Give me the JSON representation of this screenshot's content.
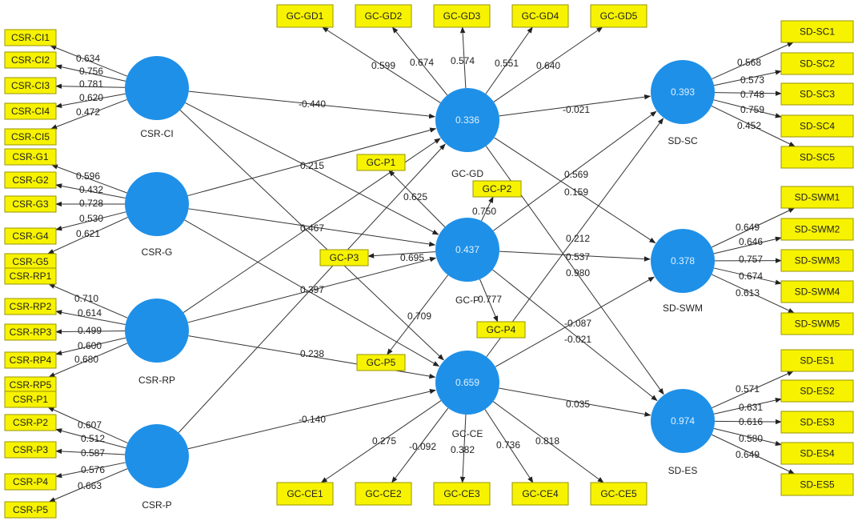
{
  "latent_variables": [
    {
      "id": "CSR-CI",
      "label": "CSR-CI",
      "r2": ""
    },
    {
      "id": "CSR-G",
      "label": "CSR-G",
      "r2": ""
    },
    {
      "id": "CSR-RP",
      "label": "CSR-RP",
      "r2": ""
    },
    {
      "id": "CSR-P",
      "label": "CSR-P",
      "r2": ""
    },
    {
      "id": "GC-GD",
      "label": "GC-GD",
      "r2": "0.336"
    },
    {
      "id": "GC-P",
      "label": "GC-P",
      "r2": "0.437"
    },
    {
      "id": "GC-CE",
      "label": "GC-CE",
      "r2": "0.659"
    },
    {
      "id": "SD-SC",
      "label": "SD-SC",
      "r2": "0.393"
    },
    {
      "id": "SD-SWM",
      "label": "SD-SWM",
      "r2": "0.378"
    },
    {
      "id": "SD-ES",
      "label": "SD-ES",
      "r2": "0.974"
    }
  ],
  "indicators": [
    {
      "id": "CSR-CI1",
      "lv": "CSR-CI",
      "loading": "0.634"
    },
    {
      "id": "CSR-CI2",
      "lv": "CSR-CI",
      "loading": "0.756"
    },
    {
      "id": "CSR-CI3",
      "lv": "CSR-CI",
      "loading": "0.781"
    },
    {
      "id": "CSR-CI4",
      "lv": "CSR-CI",
      "loading": "0.620"
    },
    {
      "id": "CSR-CI5",
      "lv": "CSR-CI",
      "loading": "0.472"
    },
    {
      "id": "CSR-G1",
      "lv": "CSR-G",
      "loading": "0.596"
    },
    {
      "id": "CSR-G2",
      "lv": "CSR-G",
      "loading": "0.432"
    },
    {
      "id": "CSR-G3",
      "lv": "CSR-G",
      "loading": "0.728"
    },
    {
      "id": "CSR-G4",
      "lv": "CSR-G",
      "loading": "0.530"
    },
    {
      "id": "CSR-G5",
      "lv": "CSR-G",
      "loading": "0.621"
    },
    {
      "id": "CSR-RP1",
      "lv": "CSR-RP",
      "loading": "0.710"
    },
    {
      "id": "CSR-RP2",
      "lv": "CSR-RP",
      "loading": "0.614"
    },
    {
      "id": "CSR-RP3",
      "lv": "CSR-RP",
      "loading": "0.499"
    },
    {
      "id": "CSR-RP4",
      "lv": "CSR-RP",
      "loading": "0.600"
    },
    {
      "id": "CSR-RP5",
      "lv": "CSR-RP",
      "loading": "0.680"
    },
    {
      "id": "CSR-P1",
      "lv": "CSR-P",
      "loading": "0.607"
    },
    {
      "id": "CSR-P2",
      "lv": "CSR-P",
      "loading": "0.512"
    },
    {
      "id": "CSR-P3",
      "lv": "CSR-P",
      "loading": "0.587"
    },
    {
      "id": "CSR-P4",
      "lv": "CSR-P",
      "loading": "0.576"
    },
    {
      "id": "CSR-P5",
      "lv": "CSR-P",
      "loading": "0.663"
    },
    {
      "id": "GC-GD1",
      "lv": "GC-GD",
      "loading": "0.599"
    },
    {
      "id": "GC-GD2",
      "lv": "GC-GD",
      "loading": "0.674"
    },
    {
      "id": "GC-GD3",
      "lv": "GC-GD",
      "loading": "0.574"
    },
    {
      "id": "GC-GD4",
      "lv": "GC-GD",
      "loading": "0.551"
    },
    {
      "id": "GC-GD5",
      "lv": "GC-GD",
      "loading": "0.640"
    },
    {
      "id": "GC-P1",
      "lv": "GC-P",
      "loading": "0.625"
    },
    {
      "id": "GC-P2",
      "lv": "GC-P",
      "loading": "0.750"
    },
    {
      "id": "GC-P3",
      "lv": "GC-P",
      "loading": "0.695"
    },
    {
      "id": "GC-P4",
      "lv": "GC-P",
      "loading": "0.777"
    },
    {
      "id": "GC-P5",
      "lv": "GC-P",
      "loading": "0.709"
    },
    {
      "id": "GC-CE1",
      "lv": "GC-CE",
      "loading": "0.275"
    },
    {
      "id": "GC-CE2",
      "lv": "GC-CE",
      "loading": "-0.092"
    },
    {
      "id": "GC-CE3",
      "lv": "GC-CE",
      "loading": "0.382"
    },
    {
      "id": "GC-CE4",
      "lv": "GC-CE",
      "loading": "0.736"
    },
    {
      "id": "GC-CE5",
      "lv": "GC-CE",
      "loading": "0.818"
    },
    {
      "id": "SD-SC1",
      "lv": "SD-SC",
      "loading": "0.568"
    },
    {
      "id": "SD-SC2",
      "lv": "SD-SC",
      "loading": "0.573"
    },
    {
      "id": "SD-SC3",
      "lv": "SD-SC",
      "loading": "0.748"
    },
    {
      "id": "SD-SC4",
      "lv": "SD-SC",
      "loading": "0.759"
    },
    {
      "id": "SD-SC5",
      "lv": "SD-SC",
      "loading": "0.452"
    },
    {
      "id": "SD-SWM1",
      "lv": "SD-SWM",
      "loading": "0.649"
    },
    {
      "id": "SD-SWM2",
      "lv": "SD-SWM",
      "loading": "0.646"
    },
    {
      "id": "SD-SWM3",
      "lv": "SD-SWM",
      "loading": "0.757"
    },
    {
      "id": "SD-SWM4",
      "lv": "SD-SWM",
      "loading": "0.674"
    },
    {
      "id": "SD-SWM5",
      "lv": "SD-SWM",
      "loading": "0.613"
    },
    {
      "id": "SD-ES1",
      "lv": "SD-ES",
      "loading": "0.571"
    },
    {
      "id": "SD-ES2",
      "lv": "SD-ES",
      "loading": "0.631"
    },
    {
      "id": "SD-ES3",
      "lv": "SD-ES",
      "loading": "0.616"
    },
    {
      "id": "SD-ES4",
      "lv": "SD-ES",
      "loading": "0.580"
    },
    {
      "id": "SD-ES5",
      "lv": "SD-ES",
      "loading": "0.649"
    }
  ],
  "paths": [
    {
      "from": "CSR-CI",
      "to": "GC-GD",
      "coef": "-0.440"
    },
    {
      "from": "CSR-CI",
      "to": "GC-P",
      "coef": ""
    },
    {
      "from": "CSR-CI",
      "to": "GC-CE",
      "coef": ""
    },
    {
      "from": "CSR-G",
      "to": "GC-GD",
      "coef": "0.215"
    },
    {
      "from": "CSR-G",
      "to": "GC-P",
      "coef": "0.467"
    },
    {
      "from": "CSR-G",
      "to": "GC-CE",
      "coef": "0.397"
    },
    {
      "from": "CSR-RP",
      "to": "GC-GD",
      "coef": ""
    },
    {
      "from": "CSR-RP",
      "to": "GC-P",
      "coef": ""
    },
    {
      "from": "CSR-RP",
      "to": "GC-CE",
      "coef": "0.238"
    },
    {
      "from": "CSR-P",
      "to": "GC-GD",
      "coef": ""
    },
    {
      "from": "CSR-P",
      "to": "GC-CE",
      "coef": "-0.140"
    },
    {
      "from": "GC-GD",
      "to": "SD-SC",
      "coef": "-0.021"
    },
    {
      "from": "GC-GD",
      "to": "SD-SWM",
      "coef": "0.159"
    },
    {
      "from": "GC-GD",
      "to": "SD-ES",
      "coef": "0.980"
    },
    {
      "from": "GC-P",
      "to": "SD-SC",
      "coef": "0.569"
    },
    {
      "from": "GC-P",
      "to": "SD-SWM",
      "coef": "0.537"
    },
    {
      "from": "GC-P",
      "to": "SD-ES",
      "coef": "-0.021"
    },
    {
      "from": "GC-CE",
      "to": "SD-SC",
      "coef": "0.212"
    },
    {
      "from": "GC-CE",
      "to": "SD-SWM",
      "coef": "-0.087"
    },
    {
      "from": "GC-CE",
      "to": "SD-ES",
      "coef": "0.035"
    }
  ]
}
